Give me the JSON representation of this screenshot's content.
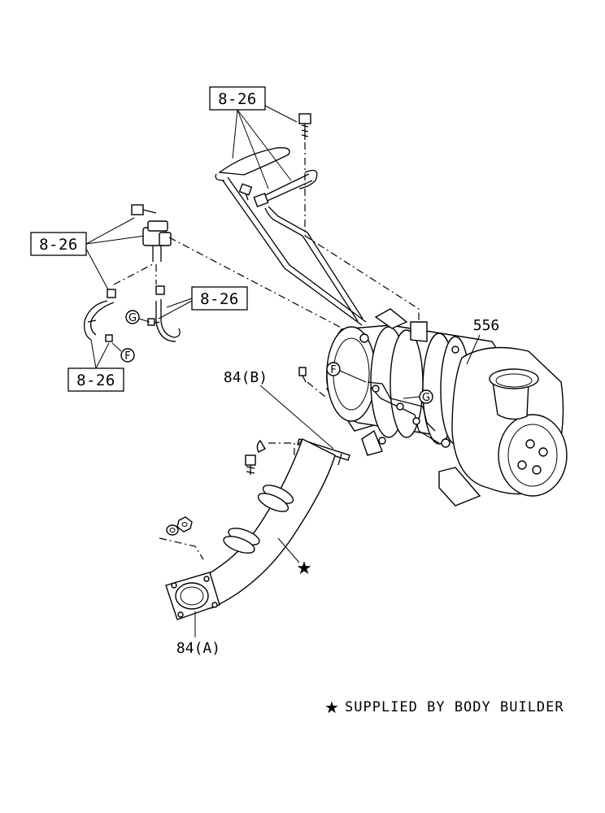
{
  "diagram": {
    "ref_boxes": [
      "8-26",
      "8-26",
      "8-26",
      "8-26"
    ],
    "part_labels": {
      "dpf": "556",
      "gasket": "84(B)",
      "pipe": "84(A)"
    },
    "connector_markers": [
      "F",
      "G",
      "F",
      "G"
    ],
    "footnote": {
      "symbol": "★",
      "text": "SUPPLIED BY BODY BUILDER"
    }
  }
}
